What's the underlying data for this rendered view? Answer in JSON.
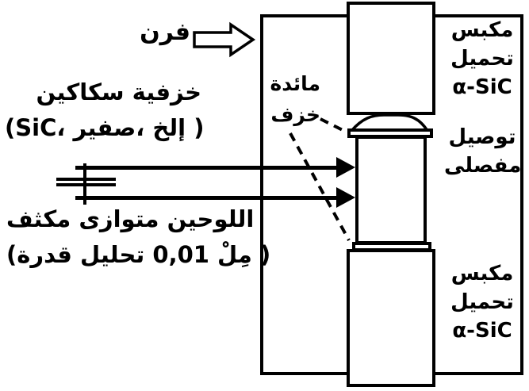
{
  "colors": {
    "ink": "#000000",
    "paper": "#ffffff"
  },
  "labels": {
    "furnace": "فرن",
    "knives": {
      "line1": "سكاكين‎ خزفية",
      "line2": "(SiC، صفير‎، إلخ‎ )"
    },
    "capacitor": {
      "line1": "مكثف‎ متوازى‎ اللوحين",
      "line2": "(قدرة‎ تحليل‎ 0,01 ‎مِلْ‎ )"
    },
    "ceramic_table": {
      "line1": "مائدة",
      "line2": "خزف"
    },
    "press_top": {
      "line1": "مكبس",
      "line2": "تحميل",
      "line3": "α-SiC"
    },
    "joint": {
      "line1": "توصيل",
      "line2": "مفصلى"
    },
    "press_bottom": {
      "line1": "مكبس",
      "line2": "تحميل",
      "line3": "α-SiC"
    }
  }
}
